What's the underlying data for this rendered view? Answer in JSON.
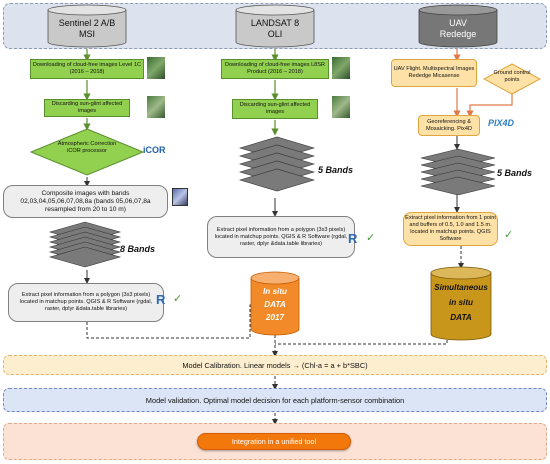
{
  "sources": [
    {
      "name": "Sentinel 2 A/B",
      "sub": "MSI",
      "color": "#c9c9c9"
    },
    {
      "name": "LANDSAT 8",
      "sub": "OLI",
      "color": "#c9c9c9"
    },
    {
      "name": "UAV",
      "sub": "Rededge",
      "color": "#777777"
    }
  ],
  "sentinel": {
    "download": "Downloading of cloud-free images Level 1C (2016 – 2018)",
    "discard": "Discarding sun-glint affected images",
    "icor": "Atmospheric Correction iCOR processor",
    "icor_logo": "iCOR",
    "composite": "Composite images with bands 02,03,04,05,06,07,08,8a (bands 05,06,07,8a resampled from 20 to 10 m)",
    "bands": "8 Bands",
    "extract": "Extract pixel information from a polygon (3x3 pixels) located in matchup points. QGIS & R Software (rgdal, raster, dplyr &data.table libraries)"
  },
  "landsat": {
    "download": "Downloading of cloud-free images L8SR Product (2016 – 2018)",
    "discard": "Discarding sun-glint affected images",
    "bands": "5 Bands",
    "extract": "Extract pixel information from a polygon (3x3 pixels) located in matchup points. QGIS & R Software (rgdal, raster, dplyr &data.table libraries)",
    "db": [
      "In situ",
      "DATA",
      "2017"
    ]
  },
  "uav": {
    "flight": "UAV Flight. Multispectral Images Rededge Micasense",
    "gcp": "Ground control points",
    "georef": "Georeferencing & Mosaicking. Pix4D",
    "pix4d_logo": "PIX4D",
    "bands": "5 Bands",
    "extract": "Extract pixel information from 1 point and buffers of 0.5, 1.0 and 1.5 m. located in matchup points. QGIS Software",
    "db": [
      "Simultaneous",
      "in situ",
      "DATA"
    ]
  },
  "steps": {
    "calibration": "Model Calibration. Linear models → (Chl-a = a + b*SBC)",
    "validation": "Model validation. Optimal model decision for each platform-sensor combination",
    "integration": "Integration in a unified tool"
  },
  "logos": {
    "r": "R"
  },
  "colors": {
    "green": "#92d050",
    "orange": "#fde1a6",
    "db_red": "#f28a2a",
    "db_gold": "#c8961b",
    "pill": "#f2780c"
  }
}
